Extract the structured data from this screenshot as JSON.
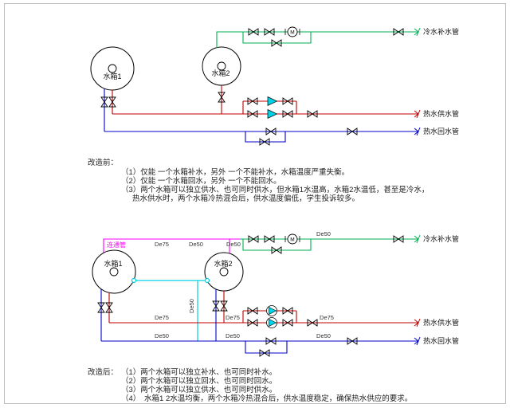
{
  "colors": {
    "cold_water": "#00b050",
    "hot_supply": "#c00000",
    "hot_return": "#0000cc",
    "connecting_pipe": "#00d0e0",
    "fill_pipe": "#ff00ff",
    "pump": "#00d4e8"
  },
  "symbols": {
    "water_meter": "M"
  },
  "before_diagram": {
    "tank1_label": "水箱1",
    "tank2_label": "水箱2",
    "cold_makeup_label": "冷水补水管",
    "hot_supply_label": "热水供水管",
    "hot_return_label": "热水回水管"
  },
  "before_notes": {
    "title": "改造前：",
    "lines": [
      "（1）仅能 一个水箱补水，另外 一个不能补水，水箱温度严重失衡。",
      "（2）仅能 一个水箱回水，另外 一个不能回水。",
      "（3）两个水箱可以独立供水、也可同时供水，但水箱1水温高，水箱2水温低，甚至是冷水，",
      "热水供水时，两个水箱冷热混合后，供水温度偏低，学生投诉较多。"
    ]
  },
  "after_diagram": {
    "tank1_label": "水箱1",
    "tank2_label": "水箱2",
    "connecting_pipe_label": "连通管",
    "cold_makeup_label": "冷水补水管",
    "hot_supply_label": "热水供水管",
    "hot_return_label": "热水回水管",
    "de75": "De75",
    "de50": "De50"
  },
  "after_notes": {
    "title": "改造后：",
    "lines": [
      "（1）两个水箱可以独立补水、也可同时补水。",
      "（2）两个水箱可以独立回水、也可同时回水。",
      "（3）两个水箱可以独立供水、也可同时供水。",
      "（4）　水箱1 2水温均衡，两个水箱冷热混合后，供水温度稳定，确保热水供应的要求。"
    ]
  }
}
